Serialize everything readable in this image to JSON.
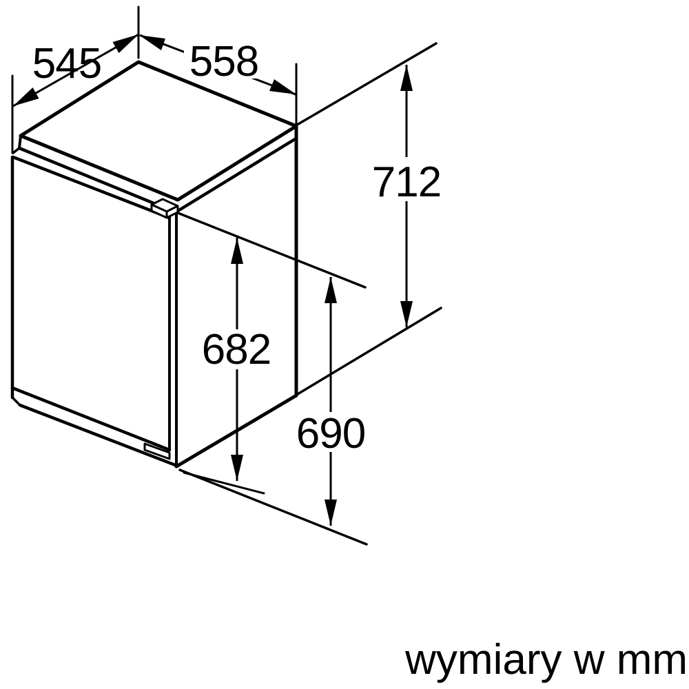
{
  "dimension_labels": {
    "d545": "545",
    "d558": "558",
    "d712": "712",
    "d682": "682",
    "d690": "690"
  },
  "caption": "wymiary w mm",
  "colors": {
    "line": "#000000",
    "background": "#ffffff"
  }
}
